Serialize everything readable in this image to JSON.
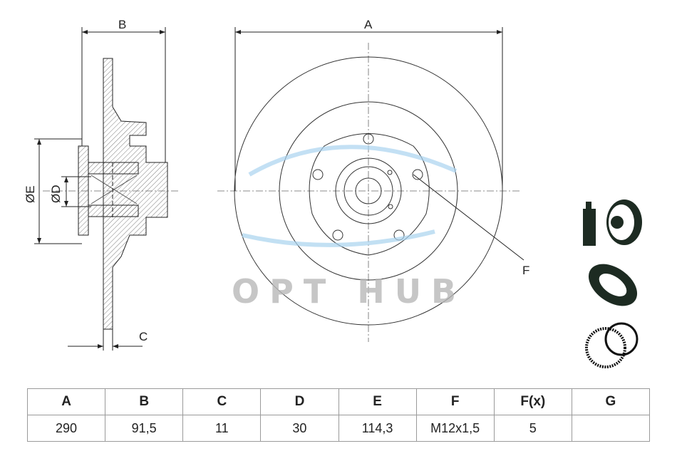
{
  "drawing": {
    "labels": {
      "A": "A",
      "B": "B",
      "C": "C",
      "D": "ØD",
      "E": "ØE",
      "F": "F"
    },
    "watermark": "OPT HUB",
    "icons": [
      "brake-cleaner-spray-icon",
      "wheel-bearing-icon",
      "abs-ring-and-seal-icon"
    ]
  },
  "table": {
    "headers": [
      "A",
      "B",
      "C",
      "D",
      "E",
      "F",
      "F(x)",
      "G"
    ],
    "values": [
      "290",
      "91,5",
      "11",
      "30",
      "114,3",
      "M12x1,5",
      "5",
      ""
    ]
  }
}
